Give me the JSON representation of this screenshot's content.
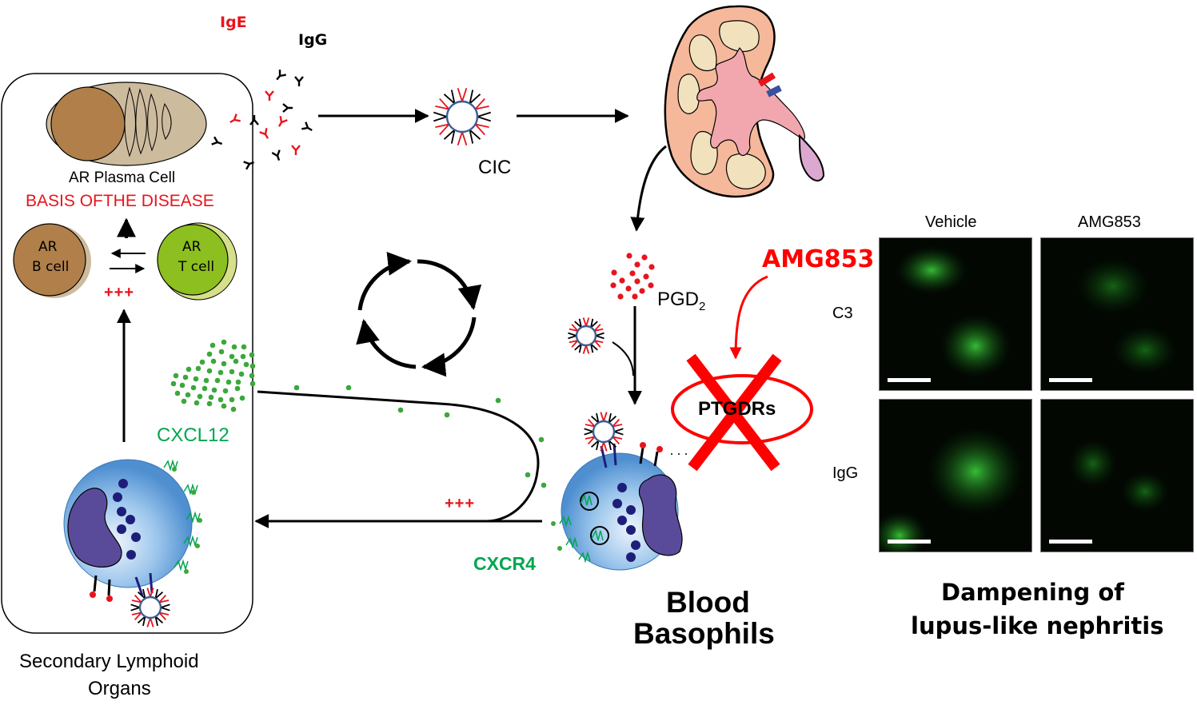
{
  "antibodies": {
    "ige_label": "IgE",
    "igg_label": "IgG",
    "ige_color": "#e8141c",
    "igg_color": "#000000"
  },
  "lymphoid": {
    "plasma_cell_label": "AR Plasma Cell",
    "basis_label": "BASIS OFTHE DISEASE",
    "b_cell_label_1": "AR",
    "b_cell_label_2": "B cell",
    "t_cell_label_1": "AR",
    "t_cell_label_2": "T cell",
    "amplification_label": "+++",
    "cxcl12_label": "CXCL12",
    "organ_label_1": "Secondary Lymphoid",
    "organ_label_2": "Organs"
  },
  "flow": {
    "cic_label": "CIC",
    "pgd2_label": "PGD",
    "pgd2_subscript": "2",
    "migration_label": "+++",
    "cxcr4_label": "CXCR4"
  },
  "drug": {
    "name": "AMG853",
    "target_label": "PTGDRs",
    "color": "#ff0000"
  },
  "basophils": {
    "label_1": "Blood",
    "label_2": "Basophils"
  },
  "micrographs": {
    "columns": [
      "Vehicle",
      "AMG853"
    ],
    "rows": [
      "C3",
      "IgG"
    ],
    "caption_1": "Dampening of",
    "caption_2": "lupus-like nephritis"
  },
  "colors": {
    "plasma_outer": "#cdbb9e",
    "plasma_nucleus": "#b07f4a",
    "t_cell": "#8cbf1f",
    "t_cell_halo": "#d6e08a",
    "cxcl12": "#3aa83a",
    "label_green": "#00a651",
    "pgd2": "#e8141c",
    "kidney_cortex": "#f5b89a",
    "kidney_medulla": "#f2e1bd",
    "kidney_pelvis": "#f2a7ae",
    "ureter": "#dca8d0",
    "basophil": "#6aa8e0",
    "basophil_nucleus": "#5a4b9a",
    "granule": "#1e1e7a"
  }
}
